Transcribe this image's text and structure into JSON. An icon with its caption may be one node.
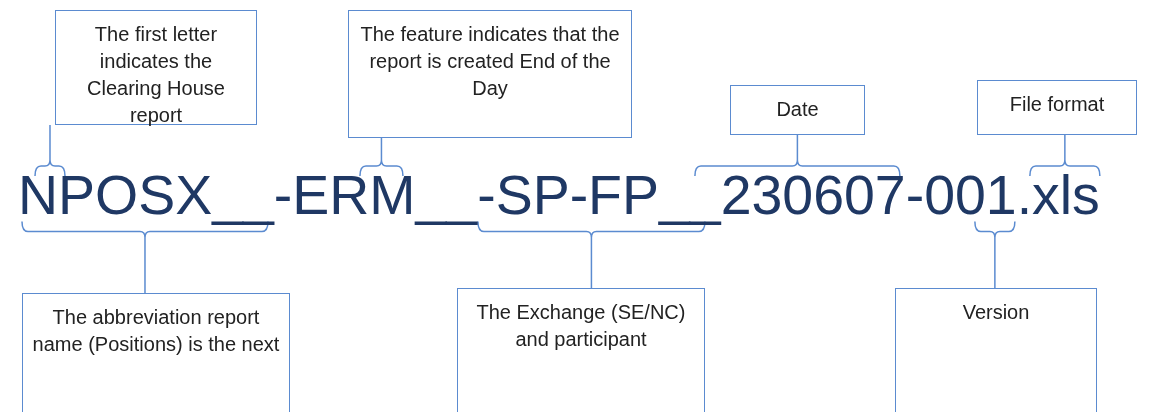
{
  "diagram": {
    "nodes": [
      {
        "text": [
          "The first letter indicates the Clearing House report"
        ]
      },
      {
        "text": [
          "The feature indicates that the report is created End of the Day"
        ]
      },
      {
        "text": [
          "Date"
        ]
      },
      {
        "text": [
          "File format"
        ]
      },
      {
        "text": [
          "The abbreviation report name (Positions) is the next"
        ]
      },
      {
        "text": [
          "The Exchange (SE/NC) and participant"
        ]
      },
      {
        "text": [
          "Version"
        ]
      }
    ],
    "edges": [],
    "labels": [
      "NPOSX__-ERM__-SP-FP__230607-001.xls"
    ]
  }
}
